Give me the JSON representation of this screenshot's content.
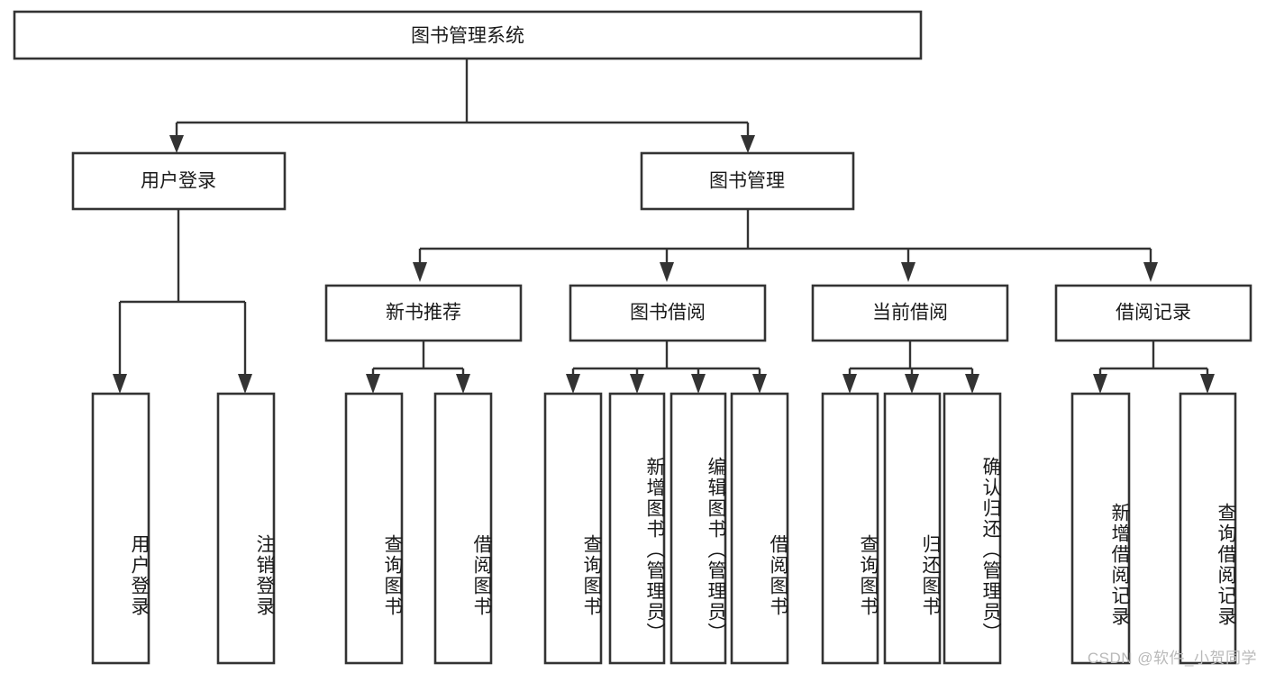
{
  "diagram": {
    "title": "图书管理系统",
    "type": "hierarchy-tree",
    "root": {
      "label": "图书管理系统"
    },
    "level2": [
      {
        "label": "用户登录"
      },
      {
        "label": "图书管理"
      }
    ],
    "level3": [
      {
        "label": "新书推荐"
      },
      {
        "label": "图书借阅"
      },
      {
        "label": "当前借阅"
      },
      {
        "label": "借阅记录"
      }
    ],
    "leaves": {
      "user_login": [
        {
          "label": "用户登录"
        },
        {
          "label": "注销登录"
        }
      ],
      "new_book_recommend": [
        {
          "label": "查询图书"
        },
        {
          "label": "借阅图书"
        }
      ],
      "book_borrow": [
        {
          "label": "查询图书"
        },
        {
          "label": "新增图书（管理员）"
        },
        {
          "label": "编辑图书（管理员）"
        },
        {
          "label": "借阅图书"
        }
      ],
      "current_borrow": [
        {
          "label": "查询图书"
        },
        {
          "label": "归还图书"
        },
        {
          "label": "确认归还（管理员）"
        }
      ],
      "borrow_record": [
        {
          "label": "新增借阅记录"
        },
        {
          "label": "查询借阅记录"
        }
      ]
    }
  },
  "watermark": {
    "text": "CSDN @软件_小贺同学"
  },
  "colors": {
    "stroke": "#333333",
    "box_fill": "#ffffff",
    "text": "#1a1a1a",
    "watermark": "#b9b9b9",
    "background": "#ffffff"
  }
}
